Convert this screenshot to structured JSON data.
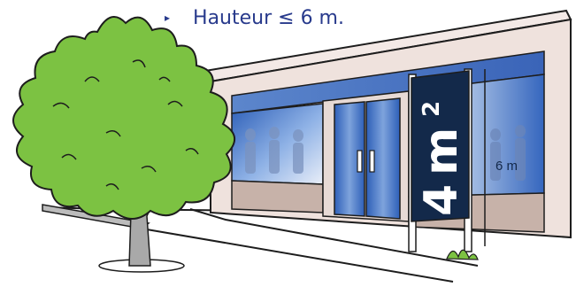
{
  "caption": {
    "bullet": "▸",
    "text": "Hauteur  ≤  6 m."
  },
  "sign": {
    "number": "4",
    "unit": "m",
    "exponent": "2"
  },
  "height_label": "6 m",
  "colors": {
    "text_navy": "#283a8c",
    "sign_panel": "#13294a",
    "glass": "#3f6fc4",
    "facade": "#efe2dd",
    "tree": "#7cc242",
    "outline": "#1d1d1d"
  }
}
